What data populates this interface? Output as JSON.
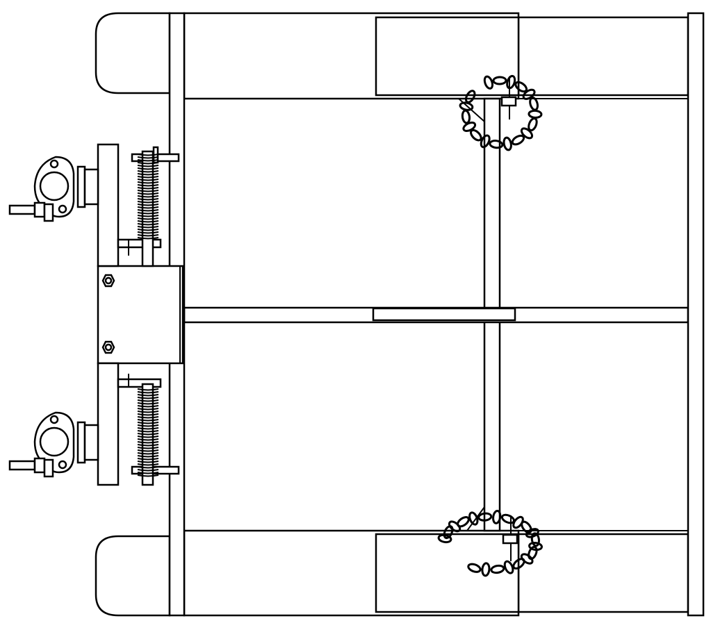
{
  "drawing": {
    "stroke_color": "#000000",
    "background_color": "#ffffff",
    "components": [
      "frame",
      "post",
      "clamps",
      "springs",
      "center-plate",
      "chains"
    ]
  }
}
